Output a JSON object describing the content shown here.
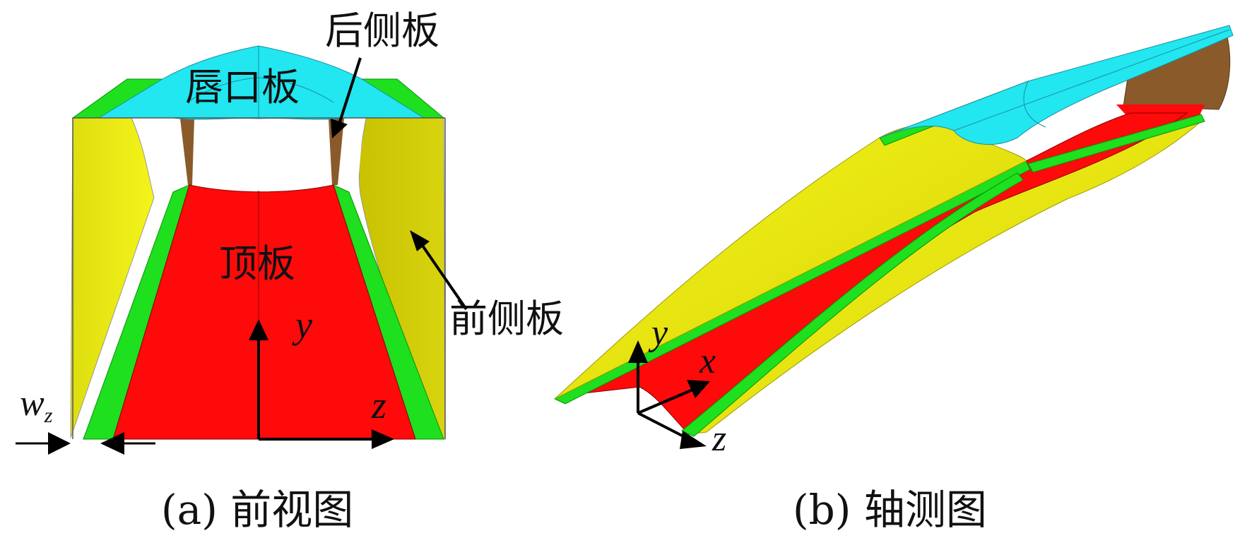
{
  "colors": {
    "lip_plate": "#22e6f0",
    "lip_plate_dark": "#18c8d8",
    "roof_plate": "#ff0a0a",
    "side_plate": "#ecec0e",
    "side_plate_dark": "#c8c200",
    "edge_strip": "#1ee01e",
    "rear_plate": "#8b5a2b",
    "arrow": "#000000"
  },
  "panel_a": {
    "caption": "(a) 前视图",
    "label_rear_side_plate": "后侧板",
    "label_lip_plate": "唇口板",
    "label_roof_plate": "顶板",
    "label_front_side_plate": "前侧板",
    "axis_y": "y",
    "axis_z": "z",
    "dim_w": "w",
    "dim_w_sub": "z"
  },
  "panel_b": {
    "caption": "(b) 轴测图",
    "axis_x": "x",
    "axis_y": "y",
    "axis_z": "z"
  }
}
